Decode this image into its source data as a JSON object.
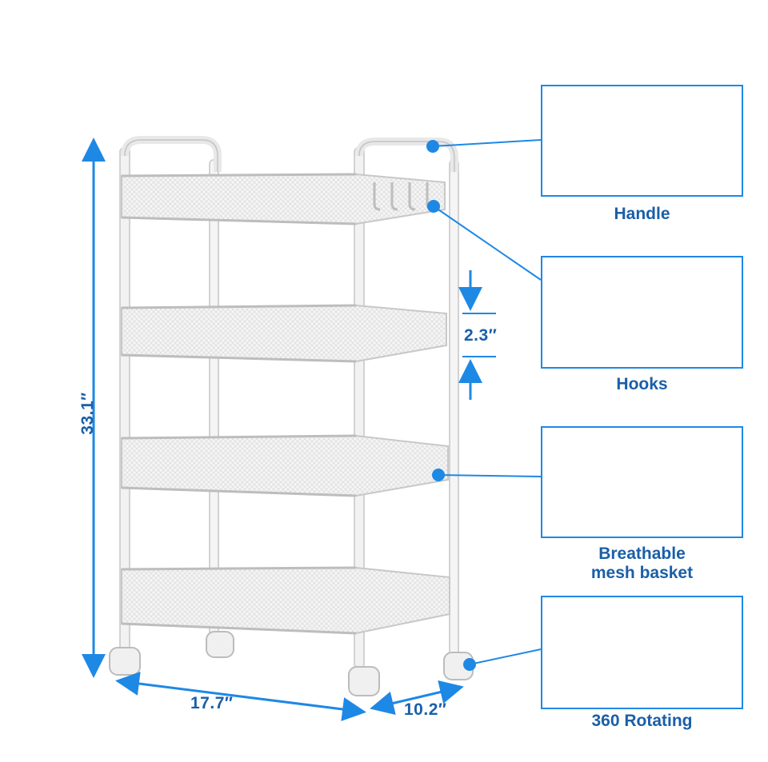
{
  "dimensions": {
    "height": "33.1″",
    "width": "17.7″",
    "depth": "10.2″",
    "shelf_gap": "2.3″"
  },
  "callouts": {
    "handle": "Handle",
    "hooks": "Hooks",
    "mesh_line1": "Breathable",
    "mesh_line2": "mesh basket",
    "rotating": "360 Rotating"
  },
  "colors": {
    "accent": "#1e88e5",
    "label": "#1a5fa8",
    "frame": "#e6e6e6",
    "frame_shade": "#c8c8c8"
  },
  "icons": [
    "arrow-up-icon",
    "arrow-down-icon",
    "dot-marker-icon",
    "caster-wheel-icon"
  ]
}
